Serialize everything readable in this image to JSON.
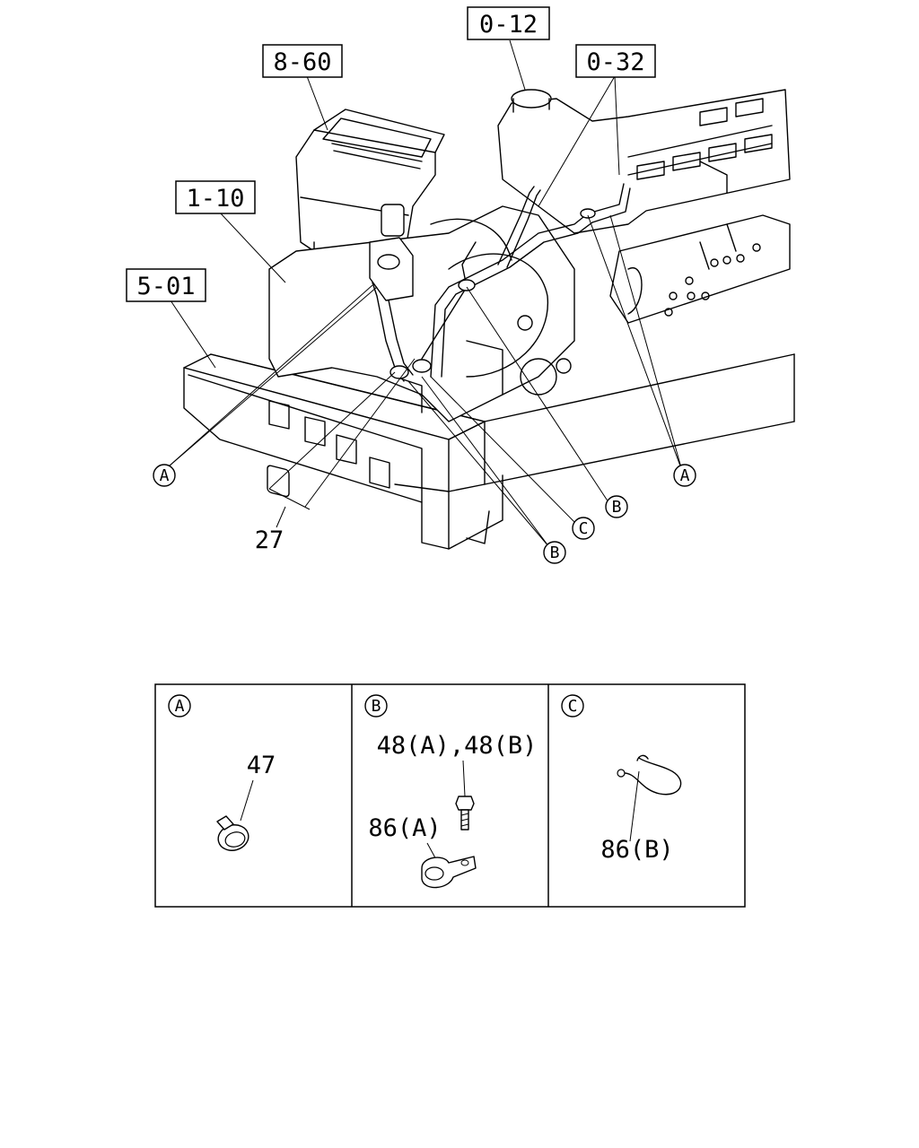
{
  "references": [
    {
      "id": "ref-0-12",
      "label": "0-12"
    },
    {
      "id": "ref-8-60",
      "label": "8-60"
    },
    {
      "id": "ref-0-32",
      "label": "0-32"
    },
    {
      "id": "ref-1-10",
      "label": "1-10"
    },
    {
      "id": "ref-5-01",
      "label": "5-01"
    }
  ],
  "callouts": {
    "part_27": "27"
  },
  "markers": {
    "a_left": "A",
    "a_right": "A",
    "b_upper": "B",
    "b_lower": "B",
    "c": "C"
  },
  "details": {
    "a": {
      "letter": "A",
      "parts": [
        "47"
      ]
    },
    "b": {
      "letter": "B",
      "parts": [
        "48(A),48(B)",
        "86(A)"
      ]
    },
    "c": {
      "letter": "C",
      "parts": [
        "86(B)"
      ]
    }
  }
}
